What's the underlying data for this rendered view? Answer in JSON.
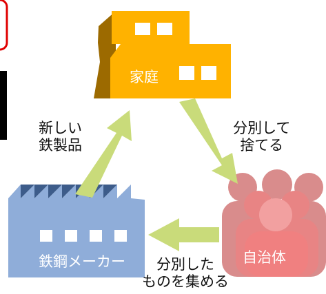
{
  "colors": {
    "house": "#FFB200",
    "house_shadow": "#9C6A00",
    "factory": "#8FADD9",
    "factory_dark": "#3D5C8A",
    "people_back": "#D98C8C",
    "people_front": "#F08080",
    "arrow": "#C9DB7A",
    "frame_red": "#E00000",
    "text": "#111111"
  },
  "nodes": {
    "household": {
      "label": "家庭",
      "icon": "house-icon"
    },
    "municipality": {
      "label": "自治体",
      "icon": "people-group-icon"
    },
    "steelmaker": {
      "label": "鉄鋼メーカー",
      "icon": "factory-icon"
    }
  },
  "edges": {
    "household_to_municipality": {
      "line1": "分別して",
      "line2": "捨てる"
    },
    "municipality_to_steelmaker": {
      "line1": "分別した",
      "line2": "ものを集める"
    },
    "steelmaker_to_household": {
      "line1": "新しい",
      "line2": "鉄製品"
    }
  }
}
